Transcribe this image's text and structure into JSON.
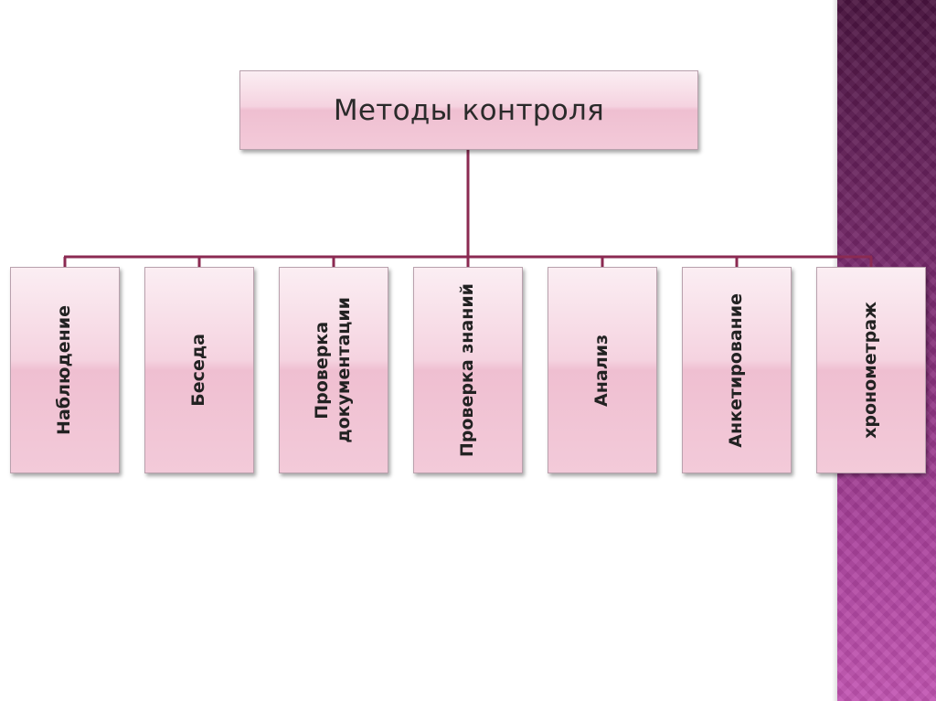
{
  "diagram": {
    "root": {
      "label": "Методы контроля"
    },
    "children": [
      {
        "label": "Наблюдение"
      },
      {
        "label": "Беседа"
      },
      {
        "label": "Проверка\nдокументации"
      },
      {
        "label": "Проверка знаний"
      },
      {
        "label": "Анализ"
      },
      {
        "label": "Анкетирование"
      },
      {
        "label": "хронометраж"
      }
    ]
  },
  "colors": {
    "connector": "#8b2a52",
    "box_fill": "#f5d3e0",
    "sidebar": "#7a2a6e"
  }
}
